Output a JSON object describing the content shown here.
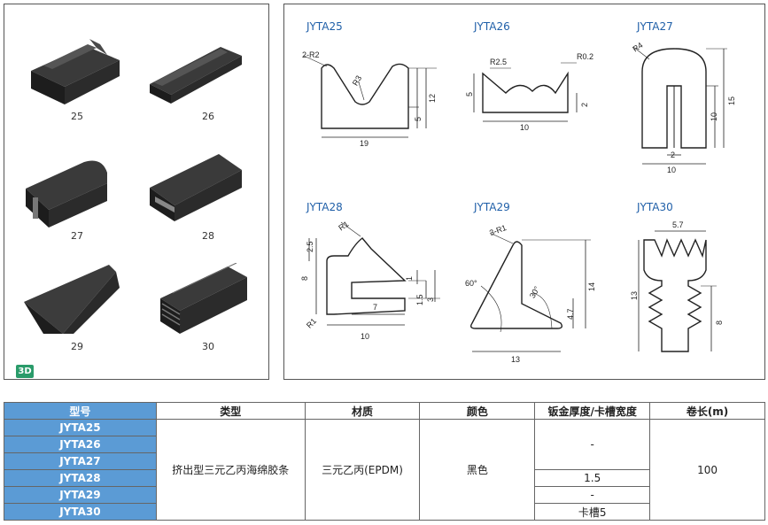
{
  "badge": "3D",
  "models_3d": [
    {
      "label": "25"
    },
    {
      "label": "26"
    },
    {
      "label": "27"
    },
    {
      "label": "28"
    },
    {
      "label": "29"
    },
    {
      "label": "30"
    }
  ],
  "drawings": [
    {
      "title": "JYTA25",
      "dims": [
        "2-R2",
        "R3",
        "12",
        "5",
        "19"
      ]
    },
    {
      "title": "JYTA26",
      "dims": [
        "R2.5",
        "R0.2",
        "5",
        "2",
        "10"
      ]
    },
    {
      "title": "JYTA27",
      "dims": [
        "R4",
        "15",
        "10",
        "2",
        "10"
      ]
    },
    {
      "title": "JYTA28",
      "dims": [
        "R1",
        "2.5",
        "8",
        "1",
        "1.5",
        "3",
        "7",
        "10",
        "R1"
      ]
    },
    {
      "title": "JYTA29",
      "dims": [
        "3-R1",
        "60°",
        "30°",
        "14",
        "4.7",
        "13"
      ]
    },
    {
      "title": "JYTA30",
      "dims": [
        "5.7",
        "13",
        "8"
      ]
    }
  ],
  "table": {
    "headers": [
      "型号",
      "类型",
      "材质",
      "颜色",
      "钣金厚度/卡槽宽度",
      "卷长(m)"
    ],
    "models": [
      "JYTA25",
      "JYTA26",
      "JYTA27",
      "JYTA28",
      "JYTA29",
      "JYTA30"
    ],
    "type": "挤出型三元乙丙海绵胶条",
    "material": "三元乙丙(EPDM)",
    "color": "黑色",
    "thickness": [
      "-",
      "1.5",
      "-",
      "卡槽5"
    ],
    "roll_length": "100"
  }
}
